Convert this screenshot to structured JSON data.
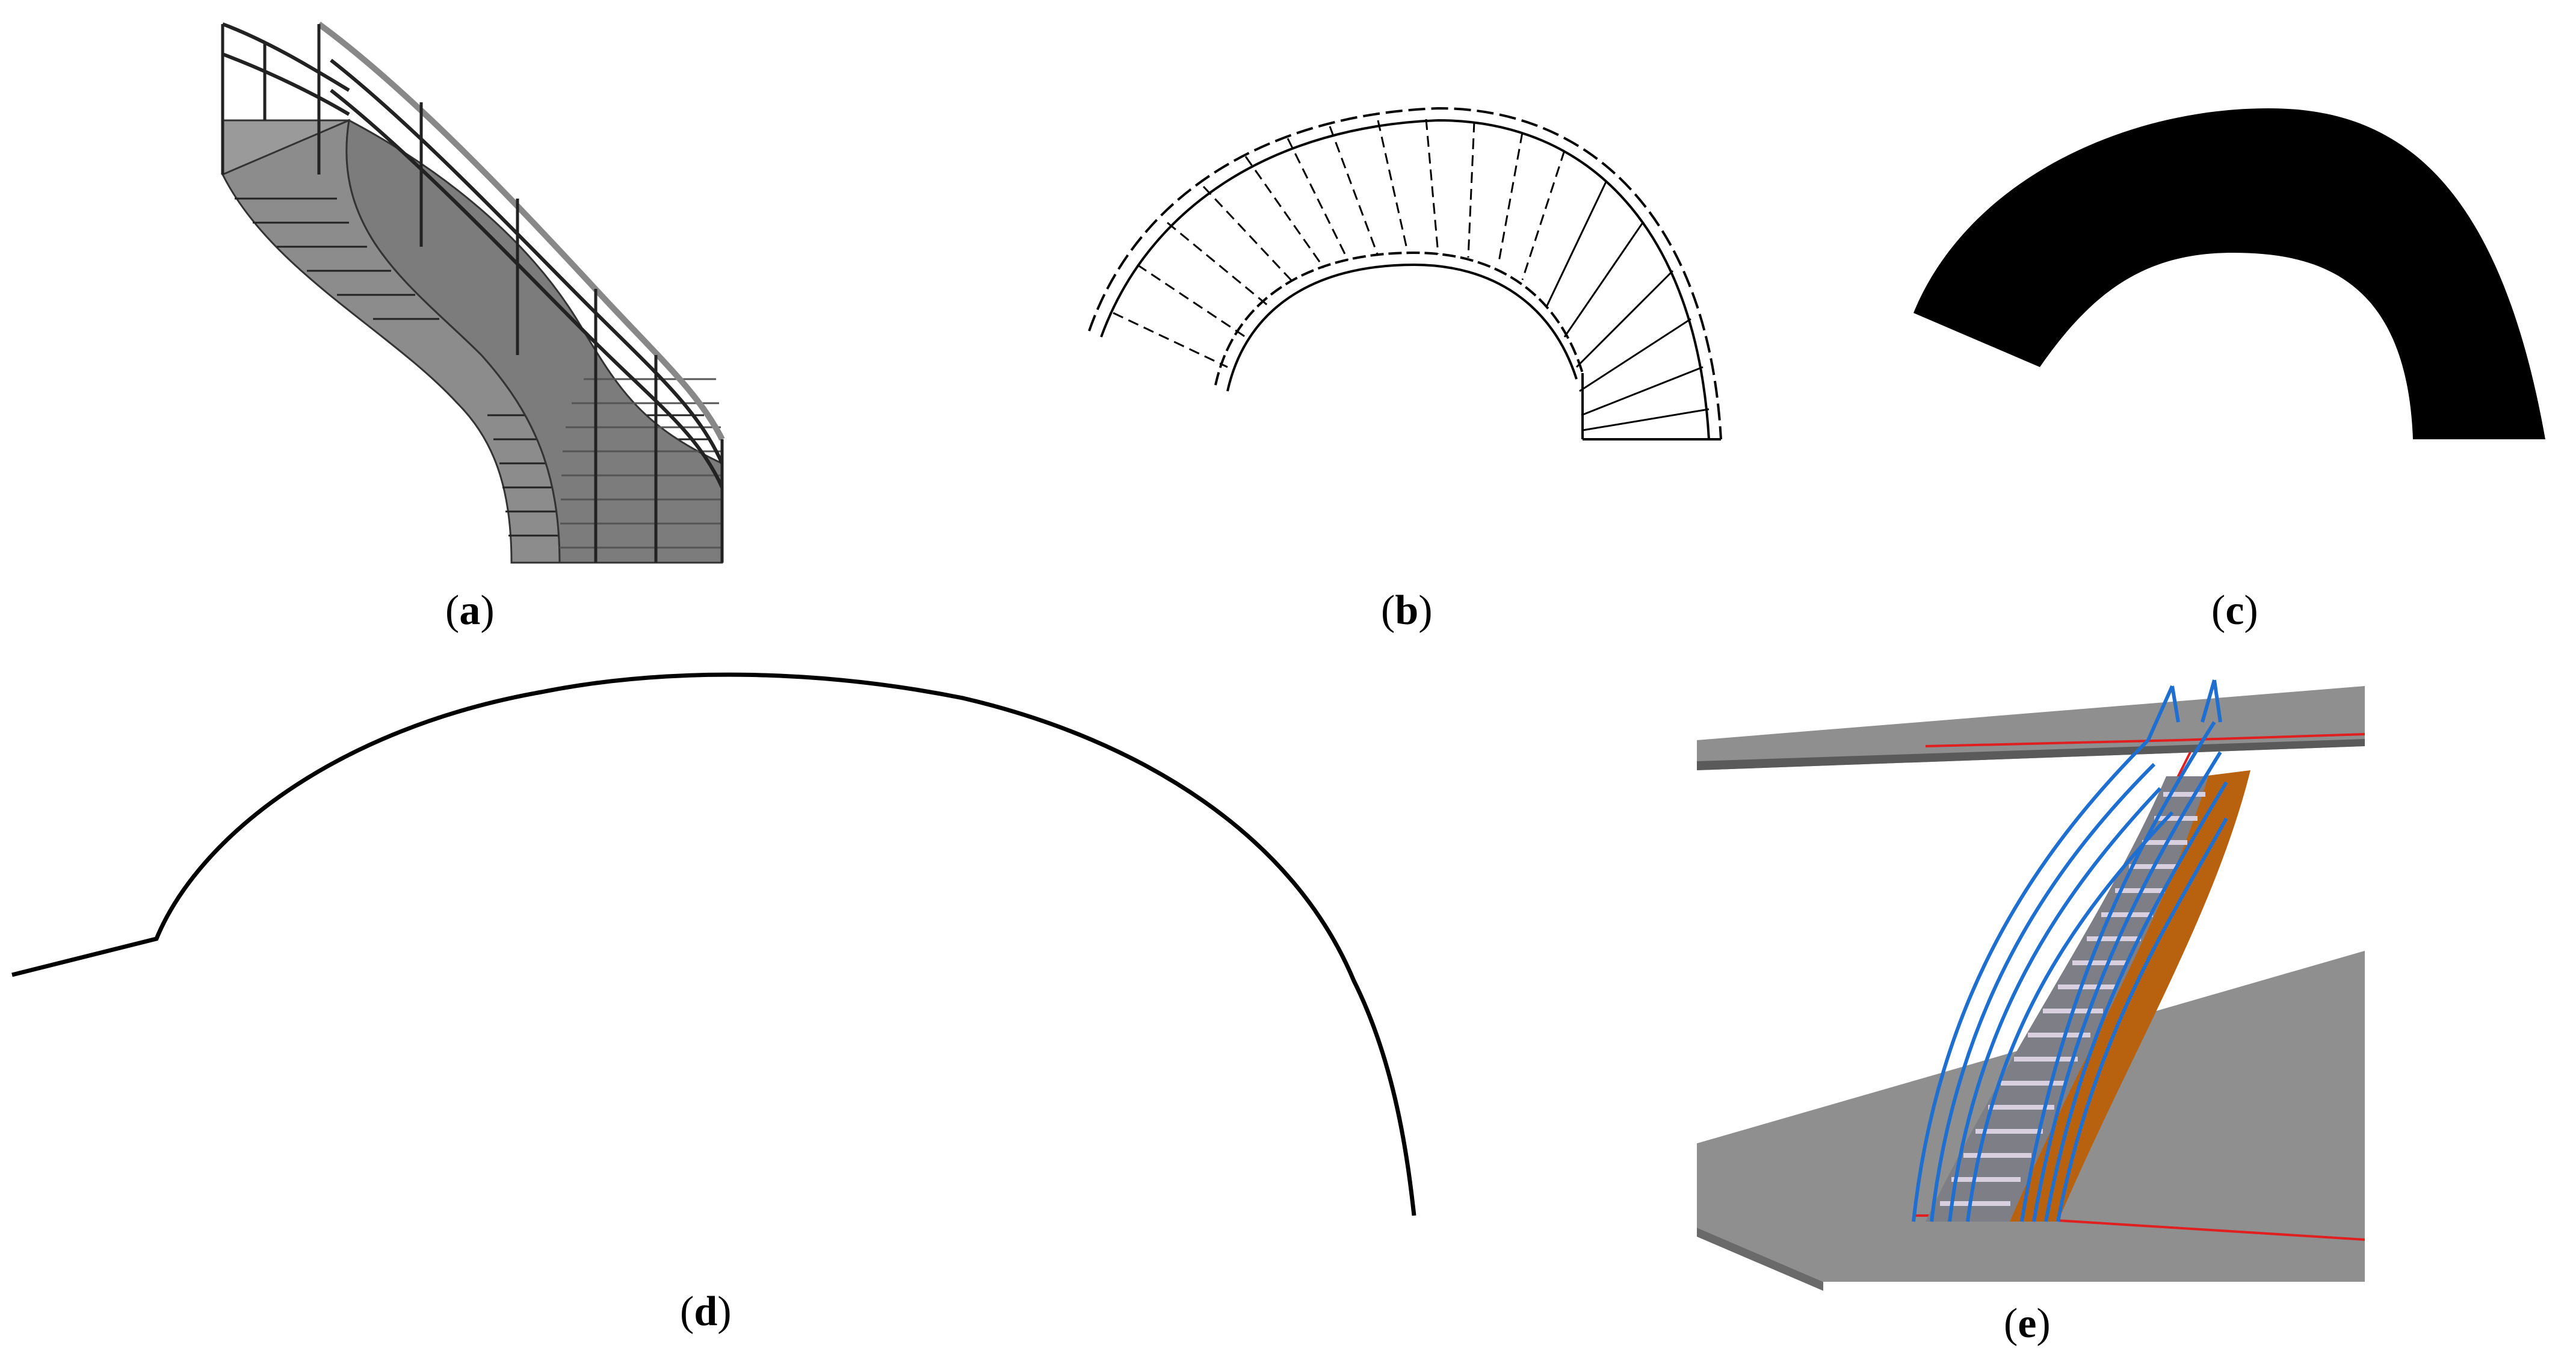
{
  "figure": {
    "panels": [
      {
        "id": "a",
        "caption_letter": "a"
      },
      {
        "id": "b",
        "caption_letter": "b"
      },
      {
        "id": "c",
        "caption_letter": "c"
      },
      {
        "id": "d",
        "caption_letter": "d"
      },
      {
        "id": "e",
        "caption_letter": "e"
      }
    ]
  },
  "colors": {
    "stair_gray": "#8c8c8c",
    "slab_gray": "#8f8f8f",
    "railing_blue": "#1e6fd0",
    "stringer_orange": "#b8620f",
    "boundary_red": "#e02020",
    "mask_black": "#000000"
  }
}
